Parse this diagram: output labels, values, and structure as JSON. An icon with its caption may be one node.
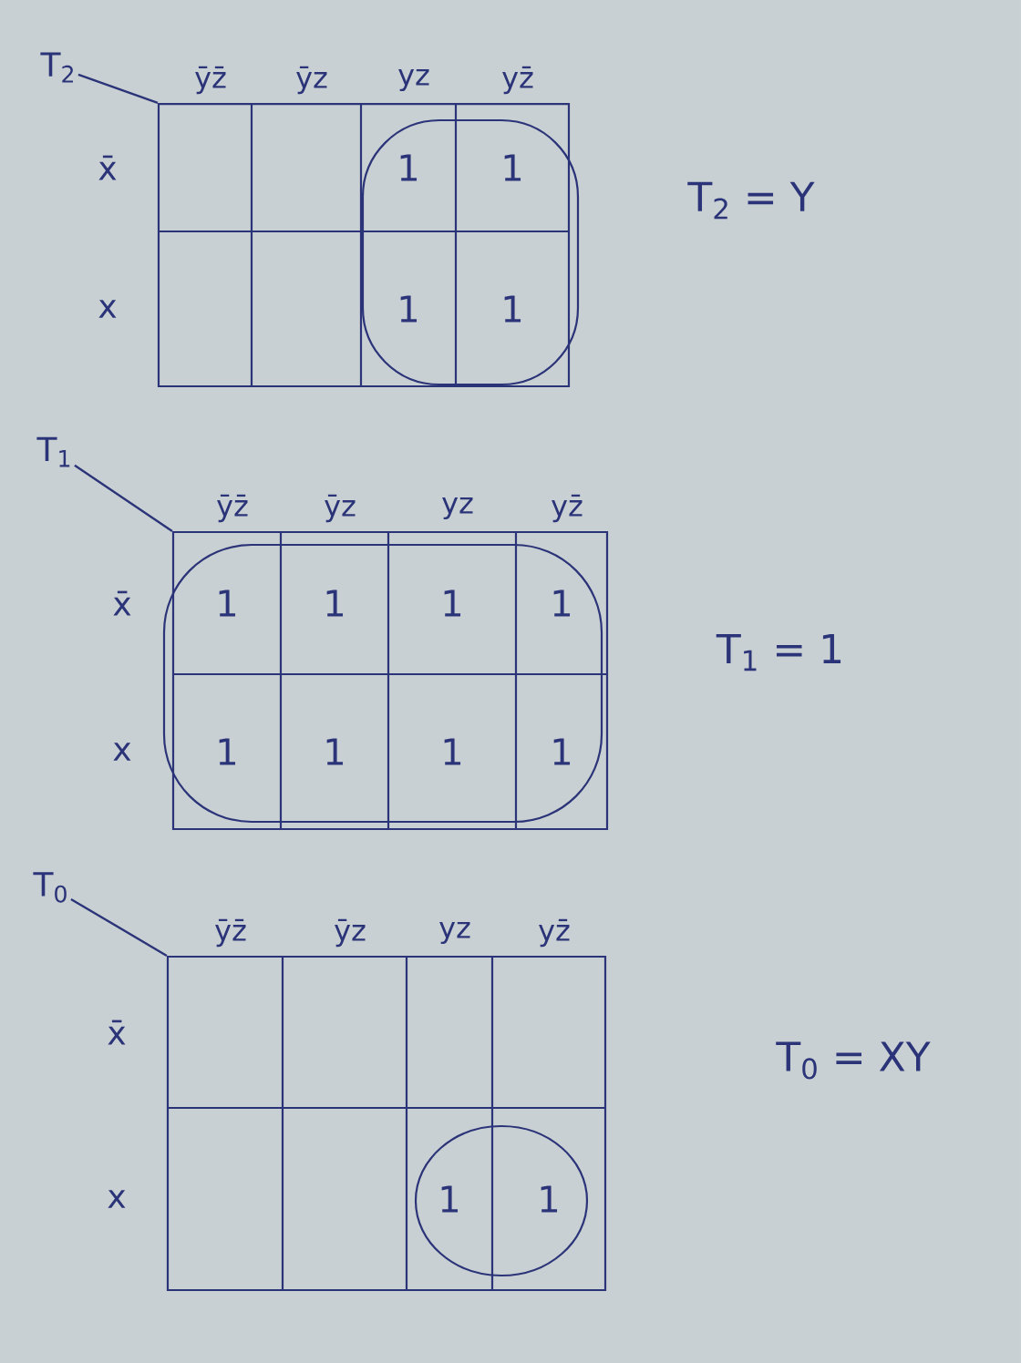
{
  "diagram": {
    "nodes": [
      {
        "text": [
          "T$_{2}$"
        ]
      },
      {
        "text": [],
        "shape": "box",
        "beside": [
          "ȳz̄",
          "ȳz",
          "yz",
          "yz̄",
          "x̄",
          "x"
        ]
      },
      {
        "text": [
          "T$_{1}$"
        ]
      },
      {
        "text": [],
        "shape": "box",
        "beside": [
          "ȳz̄",
          "ȳz",
          "yz",
          "yz̄",
          "x̄",
          "x"
        ]
      },
      {
        "text": [
          "T$_{0}$"
        ]
      },
      {
        "text": [],
        "shape": "box",
        "beside": [
          "ȳz̄",
          "ȳz",
          "yz",
          "yz̄",
          "x̄",
          "x"
        ]
      }
    ],
    "edges": [
      {
        "from": 0,
        "to": 1,
        "arrow": "none"
      },
      {
        "from": 2,
        "to": 3,
        "arrow": "none"
      },
      {
        "from": 4,
        "to": 5,
        "arrow": "none"
      }
    ],
    "labels": [
      "1",
      "1",
      "1",
      "1",
      "T$_{2}$ = Y",
      "1",
      "1",
      "1",
      "1",
      "1",
      "1",
      "1",
      "1",
      "T$_{1}$ = 1",
      "1",
      "1",
      "T$_{0}$ = XY"
    ]
  }
}
